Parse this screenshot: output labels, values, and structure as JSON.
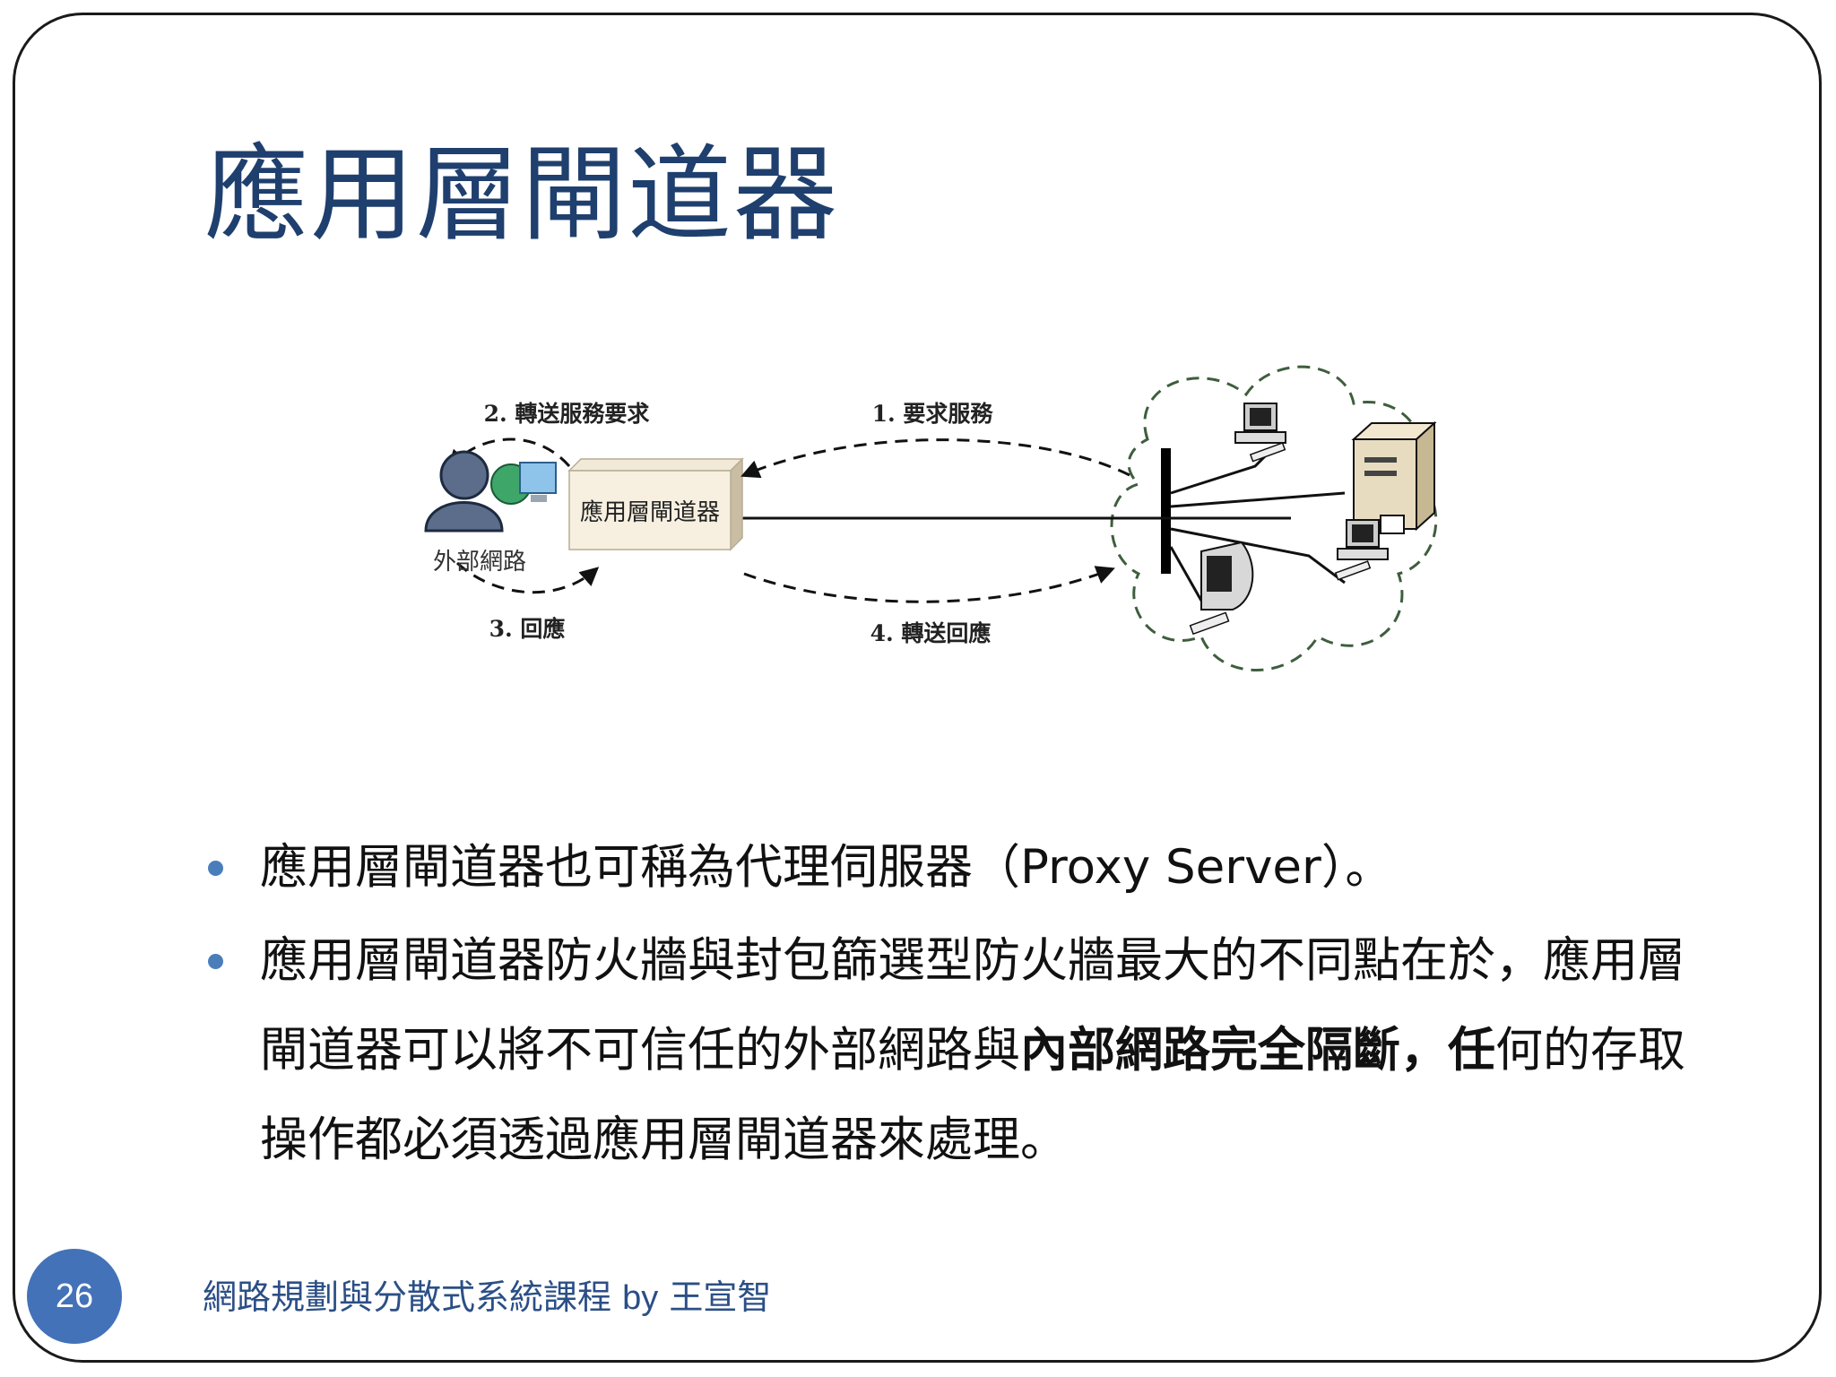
{
  "slide": {
    "title": "應用層閘道器",
    "page_number": "26",
    "footer": {
      "course": "網路規劃與分散式系統課程",
      "by": "by",
      "author": "王宣智"
    }
  },
  "diagram": {
    "gateway_label": "應用層閘道器",
    "external_label": "外部網路",
    "step1": "1. 要求服務",
    "step2": "2. 轉送服務要求",
    "step3": "3. 回應",
    "step4": "4. 轉送回應"
  },
  "bullets": [
    {
      "text": "應用層閘道器也可稱為代理伺服器（Proxy Server）。"
    },
    {
      "text_before": "應用層閘道器防火牆與封包篩選型防火牆最大的不同點在於，應用層閘道器可以將不可信任的外部網路與",
      "text_bold": "內部網路完全隔斷，任",
      "text_after": "何的存取操作都必須透過應用層閘道器來處理。"
    }
  ]
}
